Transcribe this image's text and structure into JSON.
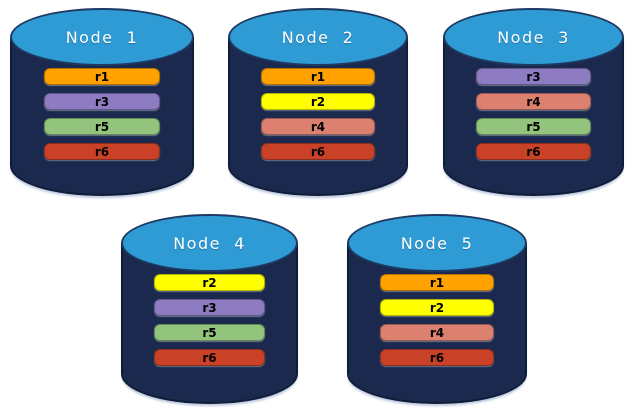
{
  "diagram": {
    "description": "Database nodes with replica placement",
    "replica_ids": [
      "r1",
      "r2",
      "r3",
      "r4",
      "r5",
      "r6"
    ]
  },
  "palette": {
    "replicas": {
      "r1": "#FFA200",
      "r2": "#FFFF00",
      "r3": "#8E7CC3",
      "r4": "#DC8070",
      "r5": "#93C47D",
      "r6": "#C94227"
    },
    "cylinder_body": "#1A294D",
    "cylinder_top": "#2E9BD5",
    "cylinder_top_border": "#1E3A63"
  },
  "nodes": [
    {
      "label": "Node  1",
      "replicas": [
        "r1",
        "r3",
        "r5",
        "r6"
      ]
    },
    {
      "label": "Node  2",
      "replicas": [
        "r1",
        "r2",
        "r4",
        "r6"
      ]
    },
    {
      "label": "Node  3",
      "replicas": [
        "r3",
        "r4",
        "r5",
        "r6"
      ]
    },
    {
      "label": "Node  4",
      "replicas": [
        "r2",
        "r3",
        "r5",
        "r6"
      ]
    },
    {
      "label": "Node  5",
      "replicas": [
        "r1",
        "r2",
        "r4",
        "r6"
      ]
    }
  ]
}
